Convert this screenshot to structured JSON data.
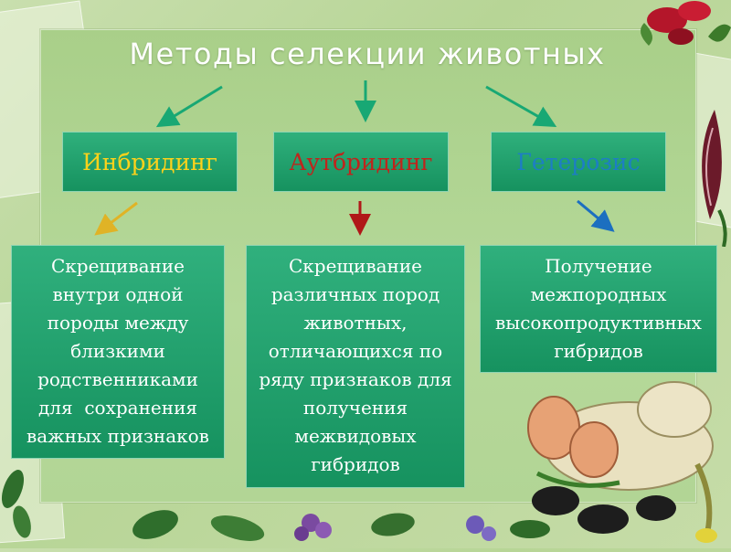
{
  "slide": {
    "title": "Методы селекции животных"
  },
  "methods": [
    {
      "name": "Инбридинг",
      "name_color": "#ffd21a",
      "arrow_color": "#e0b326",
      "description": [
        "Скрещивание",
        "внутри одной",
        "породы между",
        "близкими",
        "родственниками",
        "для  сохранения",
        "важных признаков"
      ]
    },
    {
      "name": "Аутбридинг",
      "name_color": "#c0241c",
      "arrow_color": "#b01818",
      "description": [
        "Скрещивание",
        "различных пород",
        "животных,",
        "отличающихся по",
        "ряду признаков для",
        "получения",
        "межвидовых",
        "гибридов"
      ]
    },
    {
      "name": "Гетерозис",
      "name_color": "#1d7ec4",
      "arrow_color": "#1c6fc0",
      "description": [
        "Получение",
        "межпородных",
        "высокопродуктивных",
        "гибридов"
      ]
    }
  ],
  "colors": {
    "title_arrow": "#18a874",
    "box_green": "#1fa06b",
    "text_white": "#ffffff"
  },
  "decorations": {
    "top_right": "red-flower-illustration",
    "right_edge": "purple-flower-illustration",
    "bottom": "plant-illustrations",
    "bottom_right": "cartoon-animal-figure"
  }
}
